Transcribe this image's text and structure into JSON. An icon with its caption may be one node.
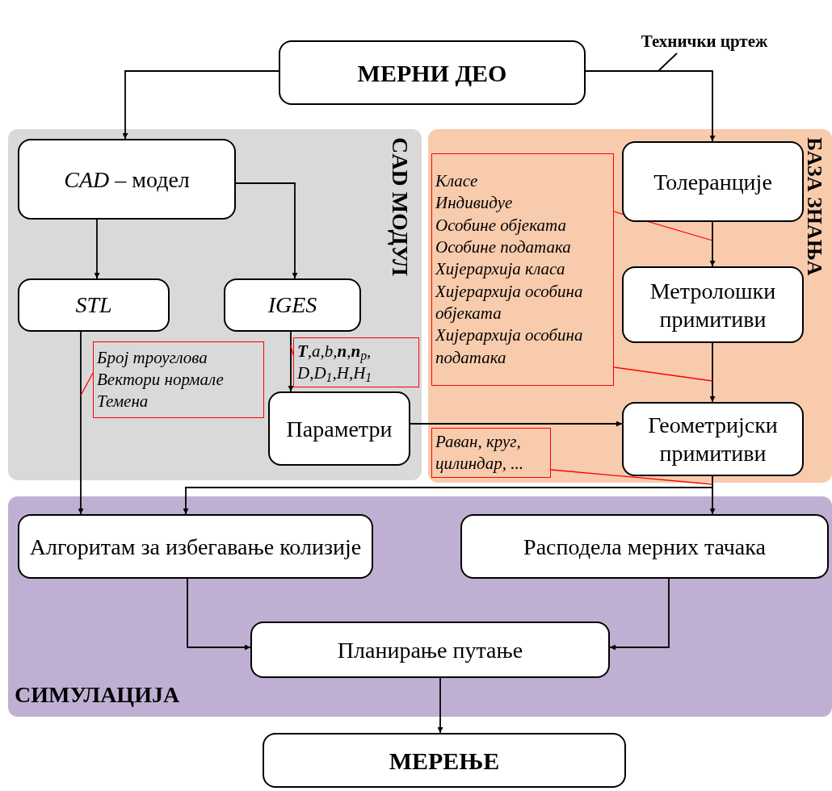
{
  "diagram": {
    "nodes": [
      {
        "text": [
          "МЕРНИ ДЕО"
        ]
      },
      {
        "text": [
          "CAD МОДУЛ"
        ]
      },
      {
        "text": [
          "БАЗА ЗНАЊА"
        ]
      },
      {
        "text": [
          "СИМУЛАЦИЈА"
        ]
      },
      {
        "text": [
          "*CAD* – модел"
        ],
        "in": 1
      },
      {
        "text": [
          "STL"
        ],
        "in": 1
      },
      {
        "text": [
          "IGES"
        ],
        "in": 1
      },
      {
        "text": [
          "Параметри"
        ],
        "in": 1
      },
      {
        "text": [
          "Толеранције"
        ],
        "in": 2
      },
      {
        "text": [
          "Метролошки примитиви"
        ],
        "in": 2
      },
      {
        "text": [
          "Геометријски примитиви"
        ],
        "in": 2
      },
      {
        "text": [
          "Алгоритам за избегавање колизије"
        ],
        "in": 3
      },
      {
        "text": [
          "Расподела мерних тачака"
        ],
        "in": 3
      },
      {
        "text": [
          "Планирање путање"
        ],
        "in": 3
      },
      {
        "text": [
          "МЕРЕЊЕ"
        ]
      },
      {
        "text": [
          "Број троуглова",
          "Вектори нормале",
          "Темена"
        ],
        "in": 1
      },
      {
        "text": [
          "**T**,a,b,**n**,**n**$_{p}$, D,D$_{1}$,H,H$_{1}$"
        ],
        "in": 1
      },
      {
        "text": [
          "Класе",
          "Индивидуе",
          "Особине објеката",
          "Особине података",
          "Хијерархија класа",
          "Хијерархија особина објеката",
          "Хијерархија особина података"
        ],
        "in": 2
      },
      {
        "text": [
          "Раван, круг, цилиндар, ..."
        ],
        "in": 2
      },
      {
        "text": [
          "Технички цртеж"
        ]
      }
    ],
    "edges": [
      {
        "from": 0,
        "to": 4,
        "arrow": "to"
      },
      {
        "from": 0,
        "to": 8,
        "arrow": "to"
      },
      {
        "from": 4,
        "to": 5,
        "arrow": "to"
      },
      {
        "from": 4,
        "to": 6,
        "arrow": "to"
      },
      {
        "from": 6,
        "to": 7,
        "arrow": "to"
      },
      {
        "from": 5,
        "to": 11,
        "arrow": "to"
      },
      {
        "from": 7,
        "to": 10,
        "arrow": "to"
      },
      {
        "from": 8,
        "to": 9,
        "arrow": "to"
      },
      {
        "from": 9,
        "to": 10,
        "arrow": "to"
      },
      {
        "from": 10,
        "to": 11,
        "arrow": "to"
      },
      {
        "from": 10,
        "to": 12,
        "arrow": "to"
      },
      {
        "from": 11,
        "to": 13,
        "arrow": "to"
      },
      {
        "from": 12,
        "to": 13,
        "arrow": "to"
      },
      {
        "from": 13,
        "to": 14,
        "arrow": "to"
      },
      {
        "from": 15,
        "to": null,
        "arrow": "none",
        "color": "#ff0000"
      },
      {
        "from": 16,
        "to": null,
        "arrow": "none",
        "color": "#ff0000"
      },
      {
        "from": 17,
        "to": null,
        "arrow": "none",
        "color": "#ff0000"
      },
      {
        "from": 17,
        "to": null,
        "arrow": "none",
        "color": "#ff0000"
      },
      {
        "from": 18,
        "to": null,
        "arrow": "none",
        "color": "#ff0000"
      },
      {
        "from": 19,
        "to": null,
        "arrow": "none"
      }
    ]
  }
}
